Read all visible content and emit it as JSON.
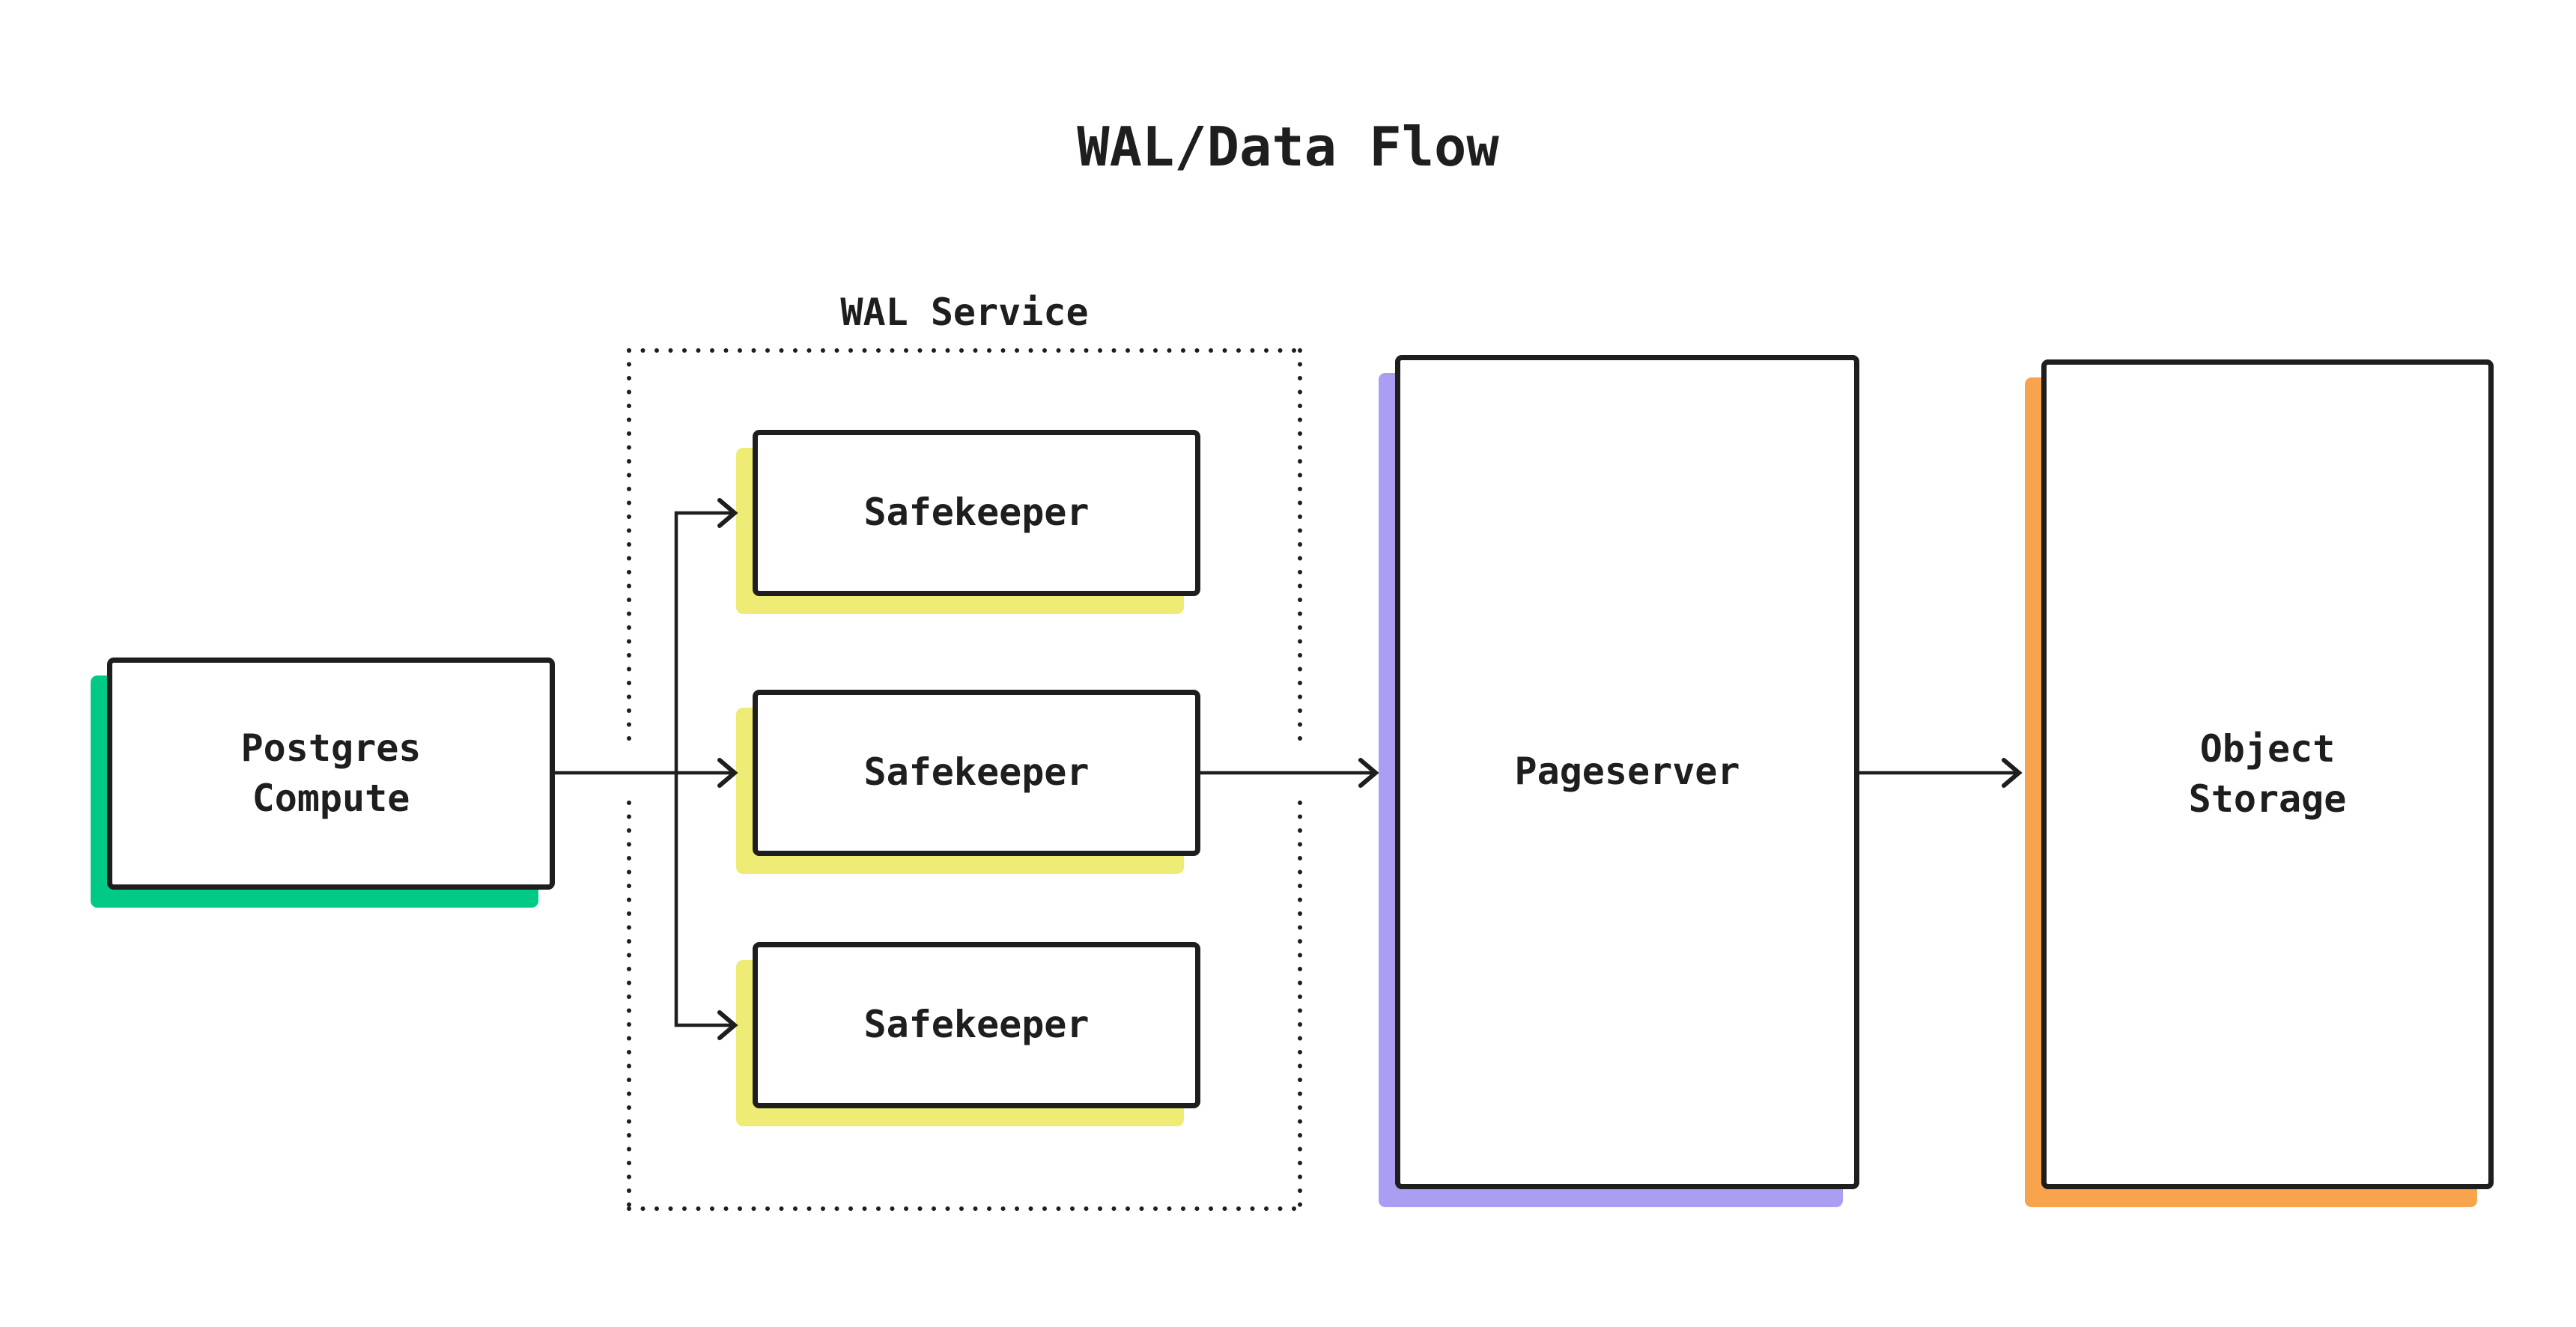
{
  "title": "WAL/Data Flow",
  "wal_service": {
    "label": "WAL Service",
    "safekeepers": [
      {
        "label": "Safekeeper"
      },
      {
        "label": "Safekeeper"
      },
      {
        "label": "Safekeeper"
      }
    ]
  },
  "nodes": {
    "postgres_compute": {
      "label": "Postgres\nCompute"
    },
    "pageserver": {
      "label": "Pageserver"
    },
    "object_storage": {
      "label": "Object\nStorage"
    }
  },
  "colors": {
    "ink": "#1e1e1e",
    "background": "#ffffff",
    "postgres_shadow": "#00CA85",
    "safekeeper_shadow": "#EFEC75",
    "pageserver_shadow": "#A99EF2",
    "object_storage_shadow": "#F8A44E"
  }
}
